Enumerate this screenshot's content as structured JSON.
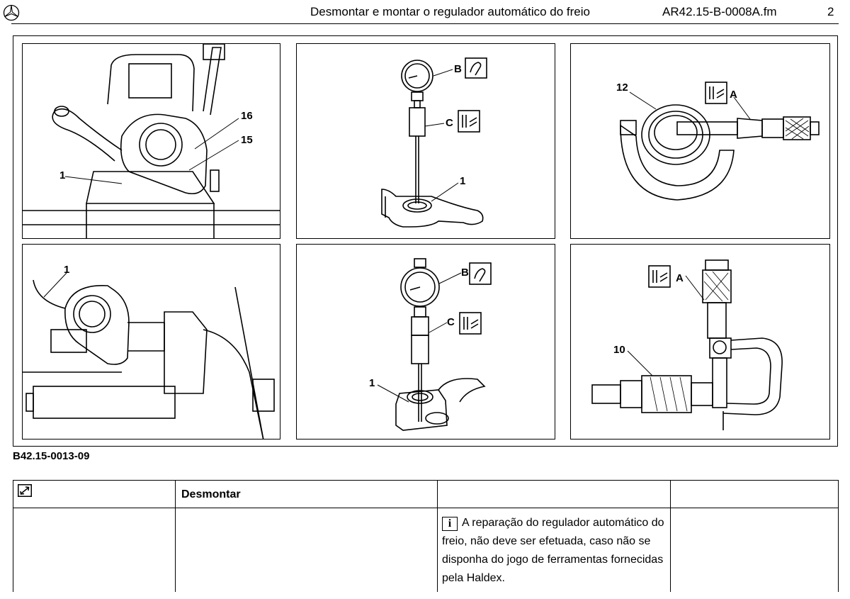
{
  "header": {
    "title": "Desmontar e montar o regulador automático  do freio",
    "file": "AR42.15-B-0008A.fm",
    "page": "2"
  },
  "figure": {
    "code": "B42.15-0013-09",
    "panels": [
      {
        "callouts": [
          "16",
          "15",
          "1"
        ]
      },
      {
        "callouts": [
          "B",
          "C",
          "1"
        ]
      },
      {
        "callouts": [
          "12",
          "A"
        ]
      },
      {
        "callouts": [
          "1"
        ]
      },
      {
        "callouts": [
          "B",
          "C",
          "1"
        ]
      },
      {
        "callouts": [
          "A",
          "10"
        ]
      }
    ]
  },
  "table": {
    "section_heading": "Desmontar",
    "note": "A reparação do regulador automático do freio, não deve ser efetuada, caso não se disponha do jogo de ferramentas fornecidas pela Haldex."
  },
  "icons": {
    "logo": "star-logo-icon",
    "tool": "tool-icon",
    "gauge_tool": "wrench-gauge-icon",
    "expand": "expand-arrows-icon",
    "info": "info-icon"
  }
}
